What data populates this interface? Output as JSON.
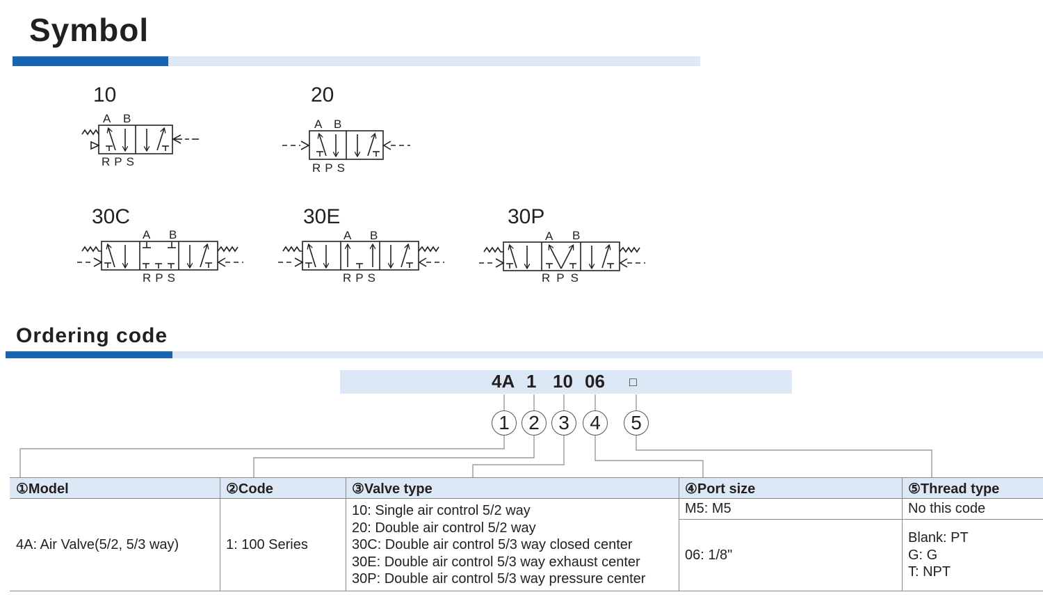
{
  "symbol_section": {
    "title": "Symbol"
  },
  "symbols": [
    {
      "label": "10",
      "ports_top": [
        "A",
        "B"
      ],
      "ports_bottom": "RPS"
    },
    {
      "label": "20",
      "ports_top": [
        "A",
        "B"
      ],
      "ports_bottom": "RPS"
    },
    {
      "label": "30C",
      "ports_top": [
        "A",
        "B"
      ],
      "ports_bottom": "RPS"
    },
    {
      "label": "30E",
      "ports_top": [
        "A",
        "B"
      ],
      "ports_bottom": "RPS"
    },
    {
      "label": "30P",
      "ports_top": [
        "A",
        "B"
      ],
      "ports_bottom": "RPS"
    }
  ],
  "ordering_section": {
    "title": "Ordering code"
  },
  "code": {
    "parts": [
      "4A",
      "1",
      "10",
      "06",
      "□"
    ],
    "numbers": [
      "1",
      "2",
      "3",
      "4",
      "5"
    ]
  },
  "table": {
    "headers": [
      "①Model",
      "②Code",
      "③Valve type",
      "④Port size",
      "⑤Thread type"
    ],
    "model": "4A: Air Valve(5/2, 5/3 way)",
    "code": "1: 100 Series",
    "valve_types": [
      "10: Single air control 5/2 way",
      "20: Double air control 5/2 way",
      "30C: Double air control 5/3 way closed center",
      "30E: Double air control 5/3 way exhaust center",
      "30P: Double air control 5/3 way pressure center"
    ],
    "port_sizes": [
      "M5: M5",
      "06: 1/8\""
    ],
    "thread_top": "No this code",
    "thread_types": [
      "Blank: PT",
      "G: G",
      "T: NPT"
    ]
  },
  "colors": {
    "accent": "#1565b4",
    "light": "#dce8f5",
    "text": "#231f20"
  }
}
